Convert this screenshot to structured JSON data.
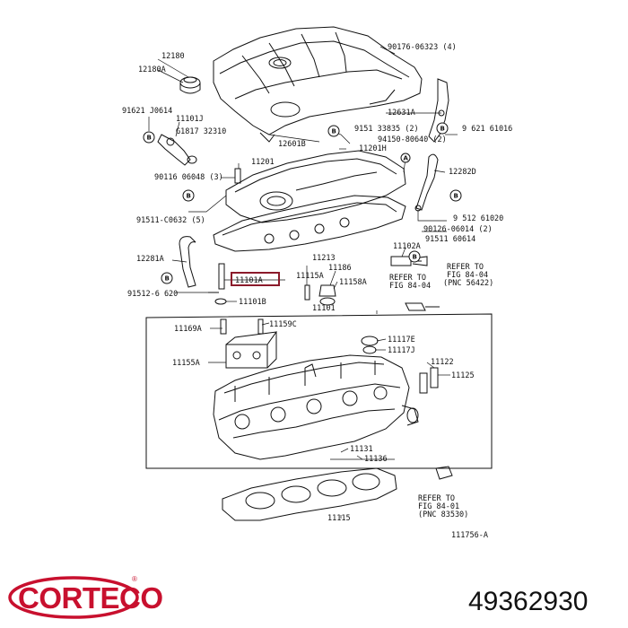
{
  "callouts": {
    "c12180": "12180",
    "c12180A": "12180A",
    "c90176_06323": "90176-06323 (4)",
    "c91621_J0614": "91621  J0614",
    "c11101J": "11101J",
    "c12631A": "12631A",
    "c91621_61016": "9 621  61016",
    "c90817_32310": "G1817  32310",
    "c91511_33835": "9151   33835 (2)",
    "c94150_80640": "94150-80640 (2)",
    "c12601B": "12601B",
    "c11201H": "11201H",
    "c11201": "11201",
    "c90116_06048": "90116 06048 (3)",
    "c12282D": "12282D",
    "c91511_C0632": "91511-C0632 (5)",
    "c91512_61020": "9 512  61020",
    "c90126_06014": "90126-06014 (2)",
    "c91511_60614": "91511  60614",
    "c11102A": "11102A",
    "c12281A": "12281A",
    "c11213": "11213",
    "c11186": "11186",
    "c11101A": "11101A",
    "c11115A": "11115A",
    "c11158A": "11158A",
    "c91512_60620": "91512-6 620",
    "c11101B": "11101B",
    "c11101": "11101",
    "refer1_l1": "REFER TO",
    "refer1_l2": "FIG 84-04",
    "refer2_l1": "REFER TO",
    "refer2_l2": "FIG 84-04",
    "refer2_l3": "(PNC 56422)",
    "c11169A": "11169A",
    "c11159C": "11159C",
    "c11117E": "11117E",
    "c11117J": "11117J",
    "c11155A": "11155A",
    "c11122": "11122",
    "c11125": "11125",
    "c11131": "11131",
    "c11136": "11136",
    "refer3_l1": "REFER TO",
    "refer3_l2": "FIG 84-01",
    "refer3_l3": "(PNC 83530)",
    "c11115": "11115",
    "drawing_code": "111756-A"
  },
  "bubble_letter": "B",
  "a_letter": "A",
  "brand": {
    "name": "CORTECO",
    "registered": "®",
    "color": "#c8102e"
  },
  "part_number": "49362930",
  "highlight_color": "#8b1a2a"
}
